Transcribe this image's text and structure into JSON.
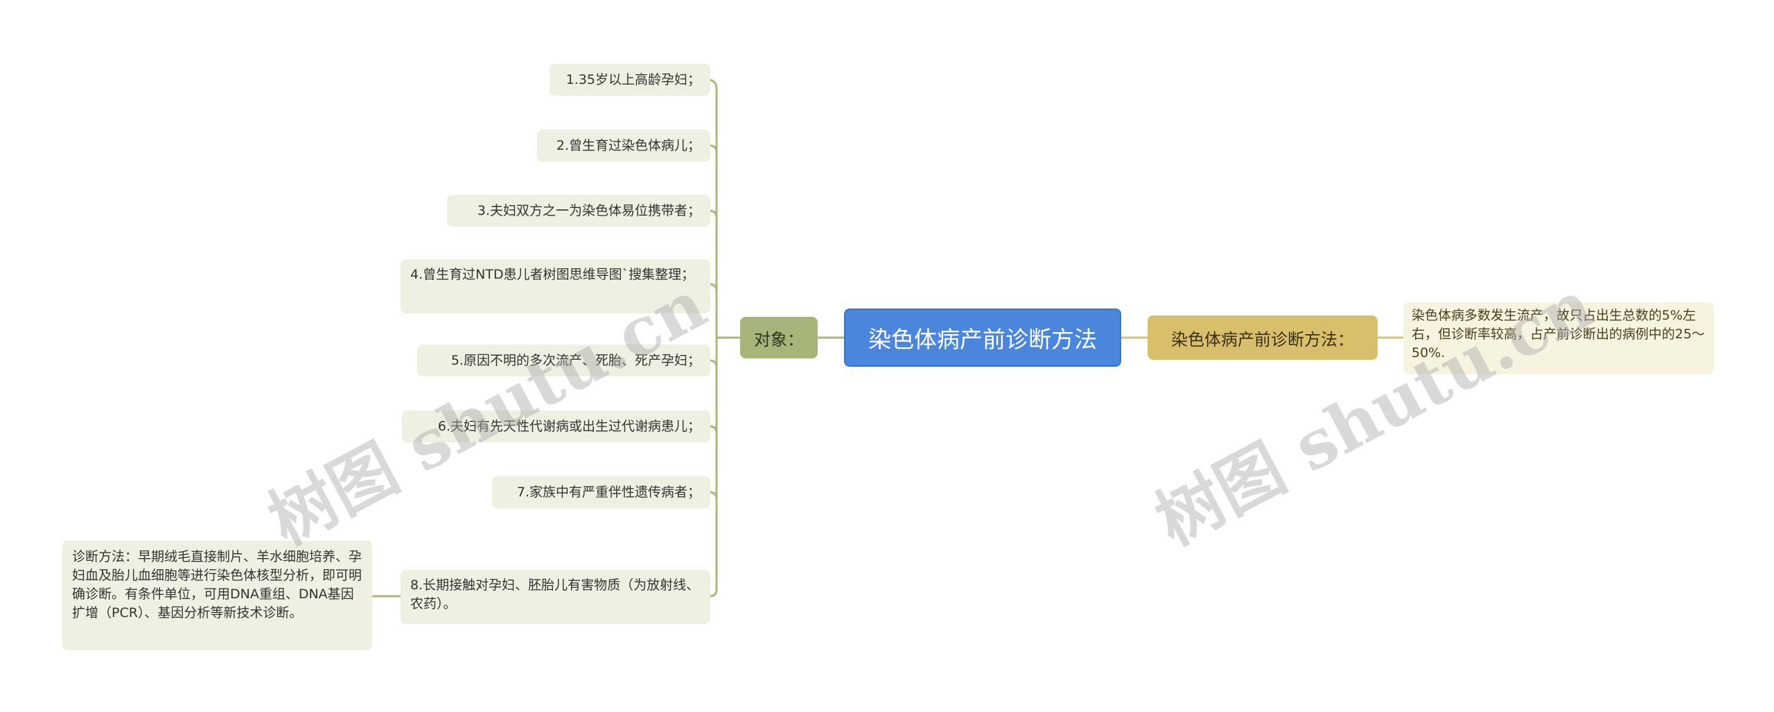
{
  "root": {
    "label": "染色体病产前诊断方法"
  },
  "left_branch": {
    "label": "对象：",
    "items": [
      "1.35岁以上高龄孕妇；",
      "2.曾生育过染色体病儿；",
      "3.夫妇双方之一为染色体易位携带者；",
      "4.曾生育过NTD患儿者树图思维导图`搜集整理；",
      "5.原因不明的多次流产、死胎、死产孕妇；",
      "6.夫妇有先天性代谢病或出生过代谢病患儿；",
      "7.家族中有严重伴性遗传病者；",
      "8.长期接触对孕妇、胚胎儿有害物质（为放射线、农药）。"
    ],
    "sub_item": "诊断方法：早期绒毛直接制片、羊水细胞培养、孕妇血及胎儿血细胞等进行染色体核型分析，即可明确诊断。有条件单位，可用DNA重组、DNA基因扩增（PCR）、基因分析等新技术诊断。"
  },
  "right_branch": {
    "label": "染色体病产前诊断方法：",
    "item": "染色体病多数发生流产，故只占出生总数的5%左右，但诊断率较高，占产前诊断出的病例中的25～50%."
  },
  "watermark": "树图 shutu.cn",
  "colors": {
    "root": "#4a86dc",
    "left_branch": "#a7b57a",
    "right_branch": "#d9bf6c",
    "leaf": "#efefe2",
    "line_left": "#a8b87a",
    "line_right": "#d5c27a"
  }
}
